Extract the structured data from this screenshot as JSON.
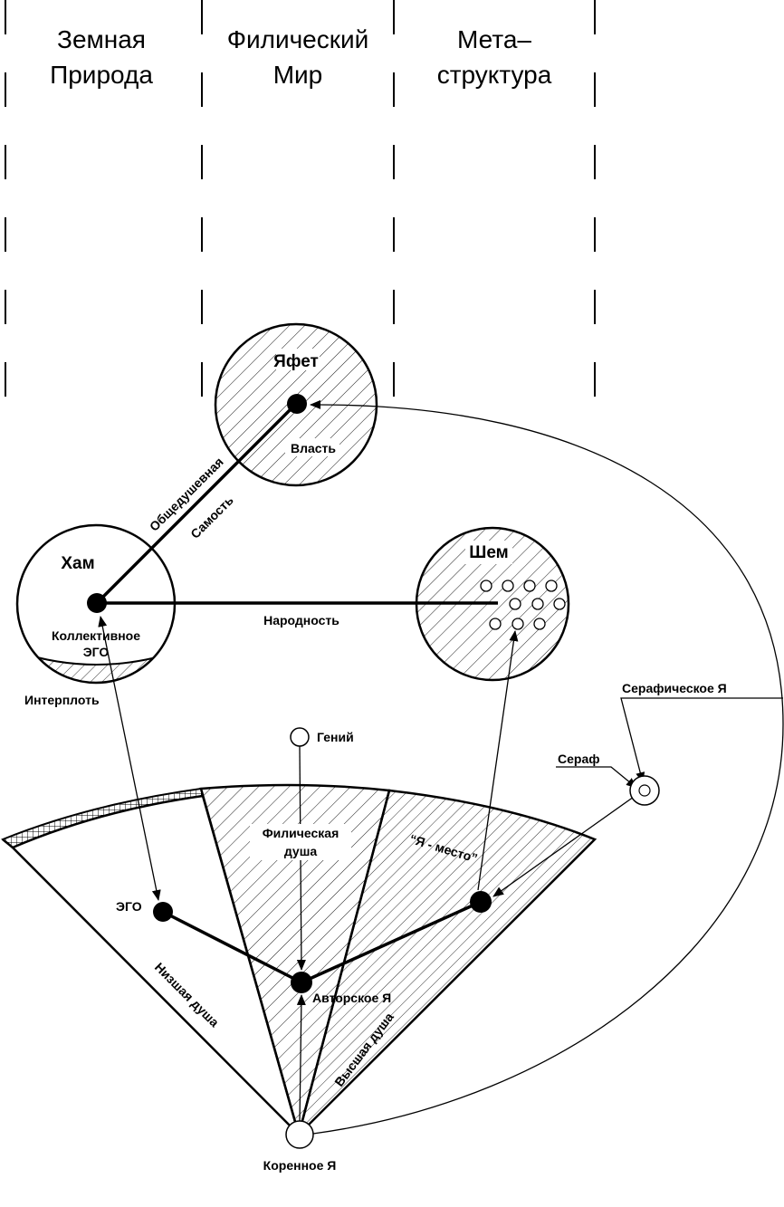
{
  "columns": [
    {
      "line1": "Земная",
      "line2": "Природа"
    },
    {
      "line1": "Филический",
      "line2": "Мир"
    },
    {
      "line1": "Мета–",
      "line2": "структура"
    }
  ],
  "circles": {
    "yafet": {
      "name": "Яфет",
      "sub": "Власть"
    },
    "ham": {
      "name": "Хам",
      "sub1": "Коллективное",
      "sub2": "ЭГО",
      "band": "Интерплоть"
    },
    "shem": {
      "name": "Шем"
    }
  },
  "connections": {
    "ham_yafet_1": "Общедушевная",
    "ham_yafet_2": "Самость",
    "ham_shem": "Народность"
  },
  "nodes": {
    "genius": "Гений",
    "seraph": "Сераф",
    "seraphic_self": "Серафическое Я",
    "ego": "ЭГО",
    "author_self": "Авторское Я",
    "place_self": "“Я - место”",
    "root_self": "Коренное Я"
  },
  "sectors": {
    "lower": "Низшая душа",
    "philic_1": "Филическая",
    "philic_2": "душа",
    "higher": "Высшая душа"
  }
}
